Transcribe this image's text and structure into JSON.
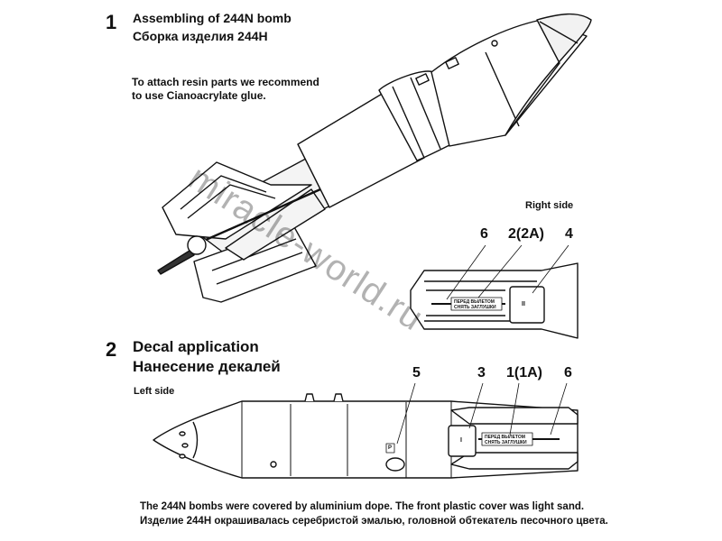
{
  "step1": {
    "number": "1",
    "title_en": "Assembling of 244N bomb",
    "title_ru": "Сборка изделия 244Н",
    "note_line1": "To attach resin parts we recommend",
    "note_line2": "to use Cianoacrylate glue."
  },
  "right_side": {
    "label": "Right side",
    "callouts": [
      "6",
      "2(2A)",
      "4"
    ],
    "stencil_line1": "ПЕРЕД ВЫЛЕТОМ",
    "stencil_line2": "СНЯТЬ ЗАГЛУШКИ",
    "marker": "II"
  },
  "step2": {
    "number": "2",
    "title_en": "Decal application",
    "title_ru": "Нанесение декалей"
  },
  "left_side": {
    "label": "Left side",
    "callouts": [
      "5",
      "3",
      "1(1A)",
      "6"
    ],
    "stencil_line1": "ПЕРЕД ВЫЛЕТОМ",
    "stencil_line2": "СНЯТЬ ЗАГЛУШКИ",
    "marker": "I",
    "small_marker": "P"
  },
  "footer": {
    "line_en": "The 244N bombs were covered by aluminium dope. The front plastic cover was light sand.",
    "line_ru": "Изделие 244Н окрашивалась серебристой эмалью, головной обтекатель песочного цвета."
  },
  "watermark": "miracle-world.ru",
  "colors": {
    "line": "#111111",
    "fill": "#ffffff",
    "shade": "#e4e4e4"
  }
}
